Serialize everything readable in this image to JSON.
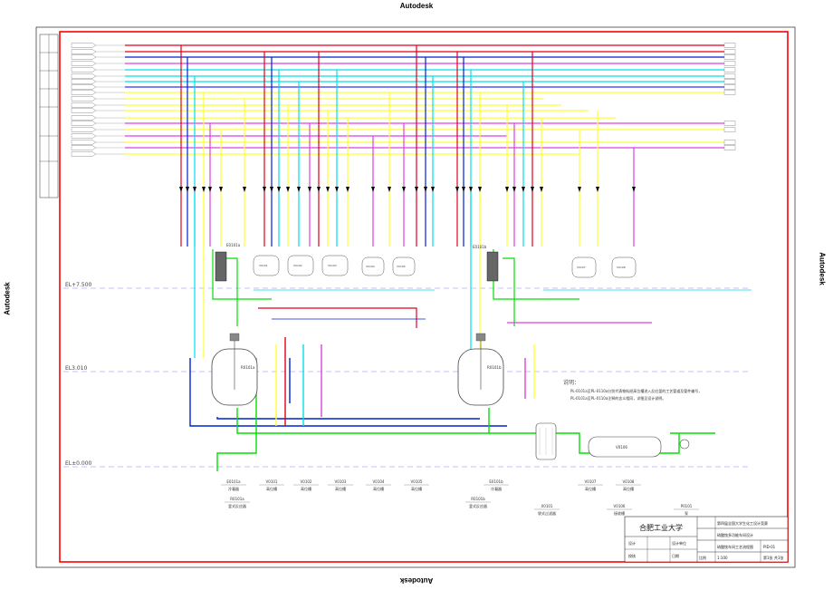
{
  "watermark": "Autodesk",
  "elevations": [
    "EL+7.500",
    "EL3.010",
    "EL±0.000"
  ],
  "equipment": [
    {
      "tag": "E0101a",
      "name": "冷凝器"
    },
    {
      "tag": "V0101",
      "name": "高位槽"
    },
    {
      "tag": "V0102",
      "name": "高位槽"
    },
    {
      "tag": "V0103",
      "name": "高位槽"
    },
    {
      "tag": "V0104",
      "name": "高位槽"
    },
    {
      "tag": "V0105",
      "name": "高位槽"
    },
    {
      "tag": "E0101b",
      "name": "冷凝器"
    },
    {
      "tag": "R0101a",
      "name": "釜式反应器"
    },
    {
      "tag": "R0101b",
      "name": "釜式反应器"
    },
    {
      "tag": "X0101",
      "name": "袋式过滤器"
    },
    {
      "tag": "V0107",
      "name": "高位槽"
    },
    {
      "tag": "V0108",
      "name": "高位槽"
    },
    {
      "tag": "V0106",
      "name": "接收槽"
    },
    {
      "tag": "P0101",
      "name": "泵"
    }
  ],
  "vessel_tags": {
    "e_a": "E0101a",
    "v101": "V0101",
    "v102": "V0102",
    "v103": "V0103",
    "v104": "V0104",
    "v105": "V0105",
    "e_b": "E0101b",
    "v107": "V0107",
    "v108": "V0108",
    "r_a": "R0101a",
    "r_b": "R0101b",
    "v106": "V0106"
  },
  "notes": {
    "heading": "说明：",
    "line1": "PL-0101a至PL-0110a分别代表物料经高位槽进入反应釜的工艺管道及管件编号，",
    "line2": "PL-0101a至PL-0110a注释的含义相同，详细见设计说明。"
  },
  "title_block": {
    "school": "合肥工业大学",
    "competition": "第四届全国大学生化工设计竞赛",
    "project": "硝酸铵多功能车间设计",
    "drawing": "硝酸铵车间工艺流程图",
    "drawing_no": "PID-01",
    "scale_label": "比例",
    "scale": "1:100",
    "sheet": "第1张 共1张",
    "design_label": "设计",
    "check_label": "校核",
    "unit_label": "设计单位",
    "date_label": "日期"
  },
  "colors": {
    "border": "#ff0000",
    "steam": "#e0001a",
    "cooling_water": "#00e0e8",
    "material": "#ffff33",
    "solvent": "#e040e0",
    "process": "#00e000",
    "vacuum": "#0020d0",
    "nitrogen": "#3030ff",
    "elevation": "#8888ff"
  }
}
